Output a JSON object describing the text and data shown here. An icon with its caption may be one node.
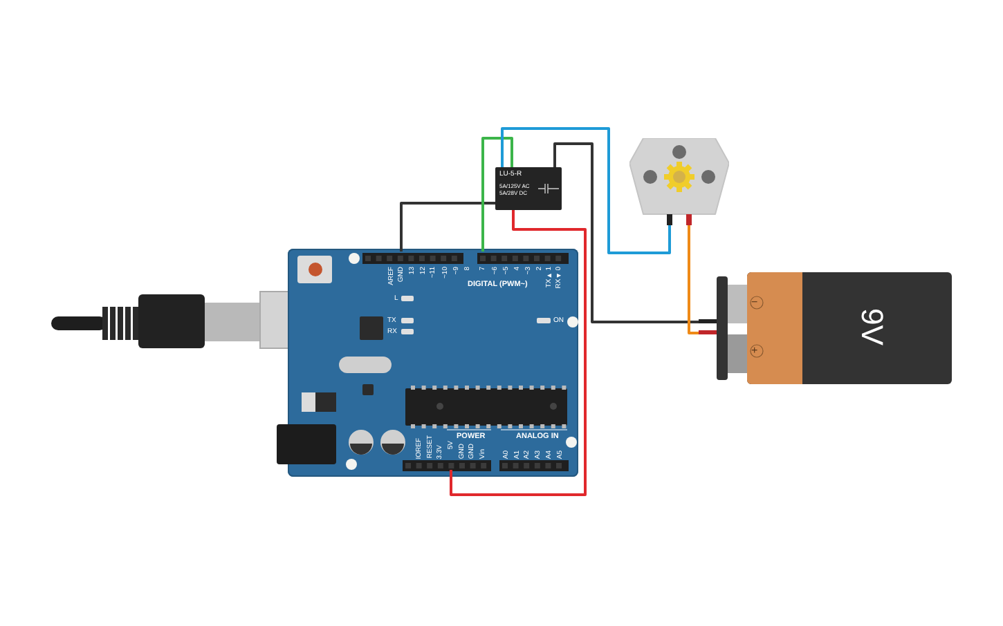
{
  "diagram": {
    "nodes": [
      {
        "text": [],
        "shape": "picture"
      },
      {
        "text": [
          "GND"
        ],
        "in": 0
      },
      {
        "text": [
          "7"
        ],
        "in": 0
      },
      {
        "text": [
          "5V"
        ],
        "in": 0
      },
      {
        "text": [
          "LU-5-R",
          "5A/125V AC 5A/28V DC"
        ]
      },
      {
        "text": [],
        "shape": "picture"
      },
      {
        "text": [
          "−",
          "+",
          "9V"
        ]
      }
    ],
    "edges": [
      {
        "from": 1,
        "to": 4,
        "arrow": "none",
        "color": "#333333"
      },
      {
        "from": 2,
        "to": 4,
        "arrow": "none",
        "color": "#3cb54a"
      },
      {
        "from": 4,
        "to": 5,
        "arrow": "none",
        "color": "#1e9bd7"
      },
      {
        "from": 4,
        "to": 6,
        "arrow": "none",
        "color": "#333333"
      },
      {
        "from": 4,
        "to": 3,
        "arrow": "none",
        "color": "#e0282c"
      },
      {
        "from": 5,
        "to": 6,
        "arrow": "none",
        "color": "#ef8a17"
      }
    ],
    "labels": [
      "AREF",
      "13",
      "12",
      "~11",
      "~10",
      "~9",
      "8",
      "~6",
      "~5",
      "4",
      "~3",
      "2",
      "TX►1",
      "RX◄0",
      "DIGITAL (PWM~)",
      "L",
      "TX",
      "RX",
      "ON",
      "POWER",
      "ANALOG IN",
      "IOREF",
      "RESET",
      "3.3V",
      "GND",
      "GND",
      "Vin",
      "A0",
      "A1",
      "A2",
      "A3",
      "A4",
      "A5"
    ]
  }
}
